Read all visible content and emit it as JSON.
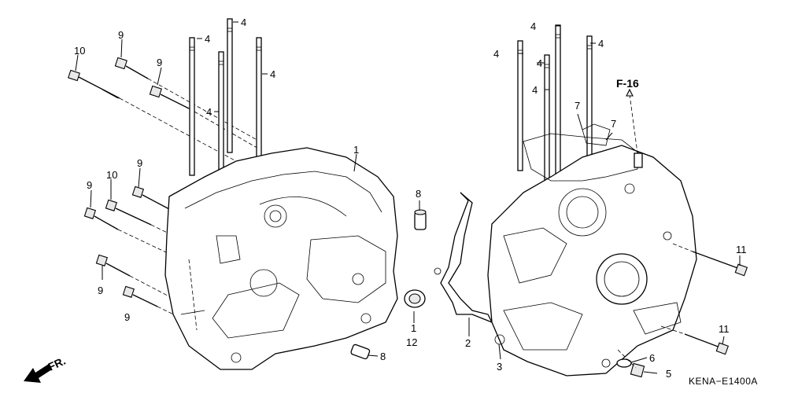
{
  "diagram": {
    "direction_label": "FR.",
    "reference_label": "F-16",
    "drawing_code": "KENA−E1400A",
    "callouts": [
      "10",
      "9",
      "9",
      "4",
      "4",
      "4",
      "4",
      "1",
      "9",
      "10",
      "9",
      "9",
      "9",
      "8",
      "1",
      "12",
      "8",
      "2",
      "3",
      "4",
      "4",
      "4",
      "4",
      "4",
      "7",
      "7",
      "11",
      "11",
      "6",
      "5"
    ]
  }
}
